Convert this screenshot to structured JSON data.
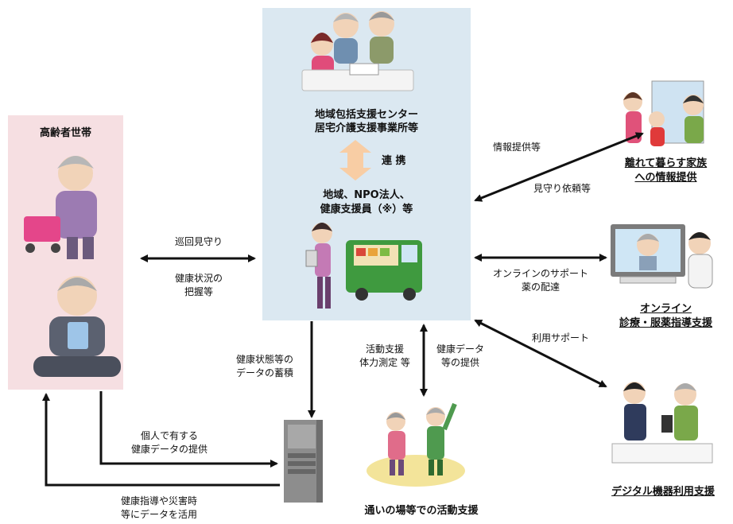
{
  "left_panel": {
    "title": "高齢者世帯"
  },
  "center": {
    "center_line1": "地域包括支援センター",
    "center_line2": "居宅介護支援事業所等",
    "link": "連 携",
    "org_line1": "地域、NPO法人、",
    "org_line2": "健康支援員（※）等"
  },
  "arrows": {
    "patrol": "巡回見守り",
    "health_status_1": "健康状況の",
    "health_status_2": "把握等",
    "info_provide": "情報提供等",
    "watch_request": "見守り依頼等",
    "online_support_1": "オンラインのサポート",
    "online_support_2": "薬の配達",
    "use_support": "利用サポート",
    "activity_1": "活動支援",
    "activity_2": "体力測定 等",
    "health_data_1": "健康データ",
    "health_data_2": "等の提供",
    "accumulate_1": "健康状態等の",
    "accumulate_2": "データの蓄積",
    "personal_1": "個人で有する",
    "personal_2": "健康データの提供",
    "guidance_1": "健康指導や災害時",
    "guidance_2": "等にデータを活用"
  },
  "right": {
    "family_1": "離れて暮らす家族",
    "family_2": "への情報提供",
    "online_1": "オンライン",
    "online_2": "診療・服薬指導支援",
    "digital": "デジタル機器利用支援"
  },
  "bottom": {
    "gathering": "通いの場等での活動支援"
  },
  "colors": {
    "left_panel": "#f6dfe2",
    "center_panel": "#dbe8f1",
    "link_arrow": "#f8cda4",
    "arrow": "#111111"
  }
}
